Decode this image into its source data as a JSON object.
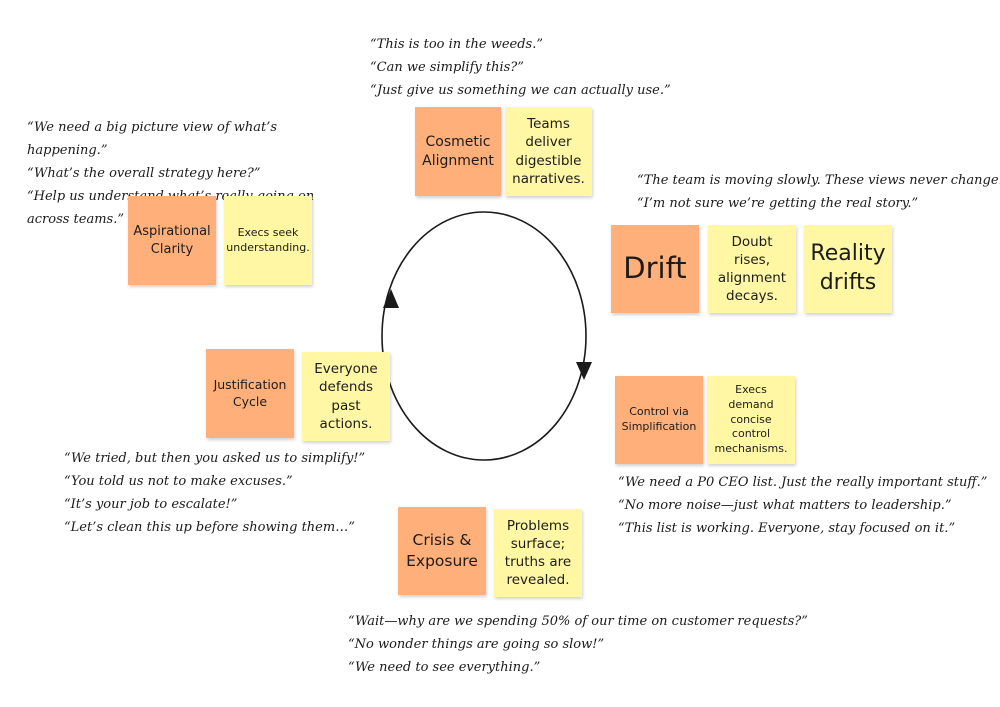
{
  "stages": [
    {
      "id": "cosmetic",
      "phase": "Cosmetic Alignment",
      "description": "Teams deliver digestible narratives.",
      "quotes": [
        "“This is too in the weeds.”",
        "“Can we simplify this?”",
        "“Just give us something we can actually use.”"
      ]
    },
    {
      "id": "drift",
      "phase": "Drift",
      "description": "Doubt rises, alignment decays.",
      "extra": "Reality drifts",
      "quotes": [
        "“The team is moving slowly. These views never change.”",
        "“I’m not sure we’re getting the real story.”"
      ]
    },
    {
      "id": "control",
      "phase": "Control via Simplification",
      "description": "Execs demand concise control mechanisms.",
      "quotes": [
        "“We need a P0 CEO list. Just the really important stuff.”",
        "“No more noise—just what matters to leadership.”",
        "“This list is working. Everyone, stay focused on it.”"
      ]
    },
    {
      "id": "crisis",
      "phase": "Crisis & Exposure",
      "description": "Problems surface; truths are revealed.",
      "quotes": [
        "“Wait—why are we spending 50% of our time on customer requests?”",
        "“No wonder things are going so slow!”",
        "“We need to see everything.”"
      ]
    },
    {
      "id": "justification",
      "phase": "Justification Cycle",
      "description": "Everyone defends past actions.",
      "quotes": [
        "“We tried, but then you asked us to simplify!”",
        "“You told us not to make excuses.”",
        "“It’s your job to escalate!”",
        "“Let’s clean this up before showing them…”"
      ]
    },
    {
      "id": "aspirational",
      "phase": "Aspirational Clarity",
      "description": "Execs seek understanding.",
      "quotes": [
        "“We need a big picture view of what’s happening.”",
        "“What’s the overall strategy here?”",
        "“Help us understand what’s really going on across teams.”"
      ]
    }
  ],
  "colors": {
    "phase_note": "#ffb07a",
    "description_note": "#fff7a4",
    "cycle_line": "#1a1a1a"
  }
}
